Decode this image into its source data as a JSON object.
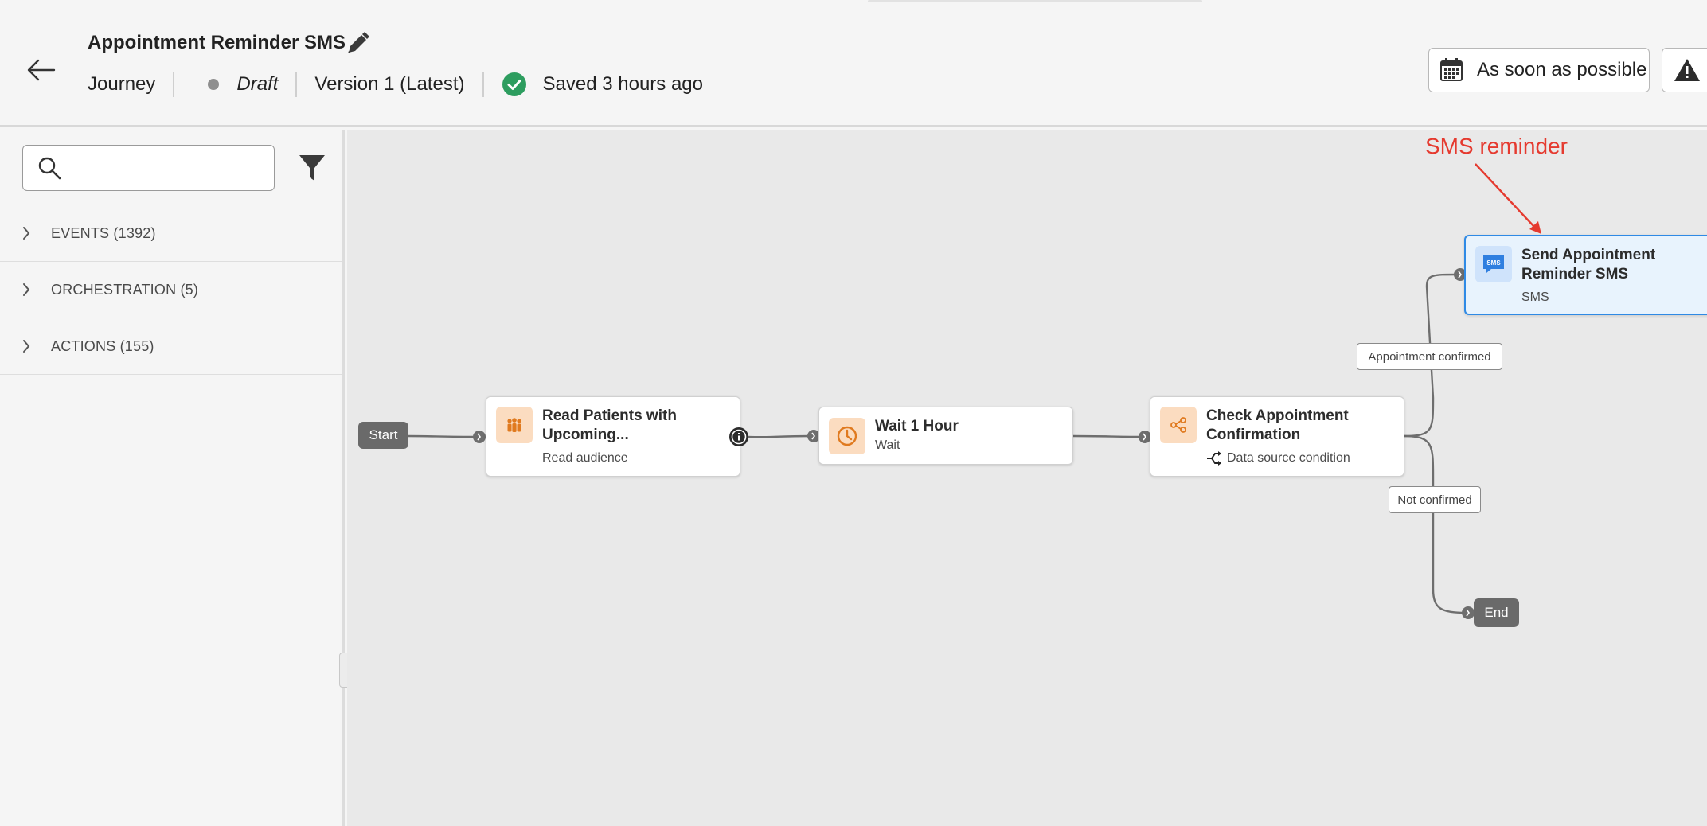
{
  "header": {
    "title": "Appointment Reminder SMS",
    "type_label": "Journey",
    "status": "Draft",
    "version": "Version 1 (Latest)",
    "saved": "Saved 3 hours ago",
    "schedule_label": "As soon as possible"
  },
  "sidebar": {
    "search_placeholder": "",
    "categories": [
      {
        "label": "EVENTS (1392)"
      },
      {
        "label": "ORCHESTRATION (5)"
      },
      {
        "label": "ACTIONS (155)"
      }
    ]
  },
  "canvas": {
    "start_label": "Start",
    "end_label": "End",
    "nodes": [
      {
        "title_line1": "Read Patients with",
        "title_line2": "Upcoming...",
        "subtitle": "Read audience",
        "icon": "audience-icon"
      },
      {
        "title_line1": "Wait 1 Hour",
        "subtitle": "Wait",
        "icon": "clock-icon"
      },
      {
        "title_line1": "Check Appointment",
        "title_line2": "Confirmation",
        "subtitle": "Data source condition",
        "icon": "condition-icon"
      },
      {
        "title_line1": "Send Appointment",
        "title_line2": "Reminder SMS",
        "subtitle": "SMS",
        "icon": "sms-icon",
        "icon_text": "SMS"
      }
    ],
    "path_labels": [
      "Appointment confirmed",
      "Not confirmed"
    ],
    "annotation": "SMS reminder"
  },
  "colors": {
    "accent_blue": "#2f8ae5",
    "saved_green": "#2d9d5f",
    "annotation_red": "#e53a2f",
    "orange_icon": "#e07a1f"
  }
}
